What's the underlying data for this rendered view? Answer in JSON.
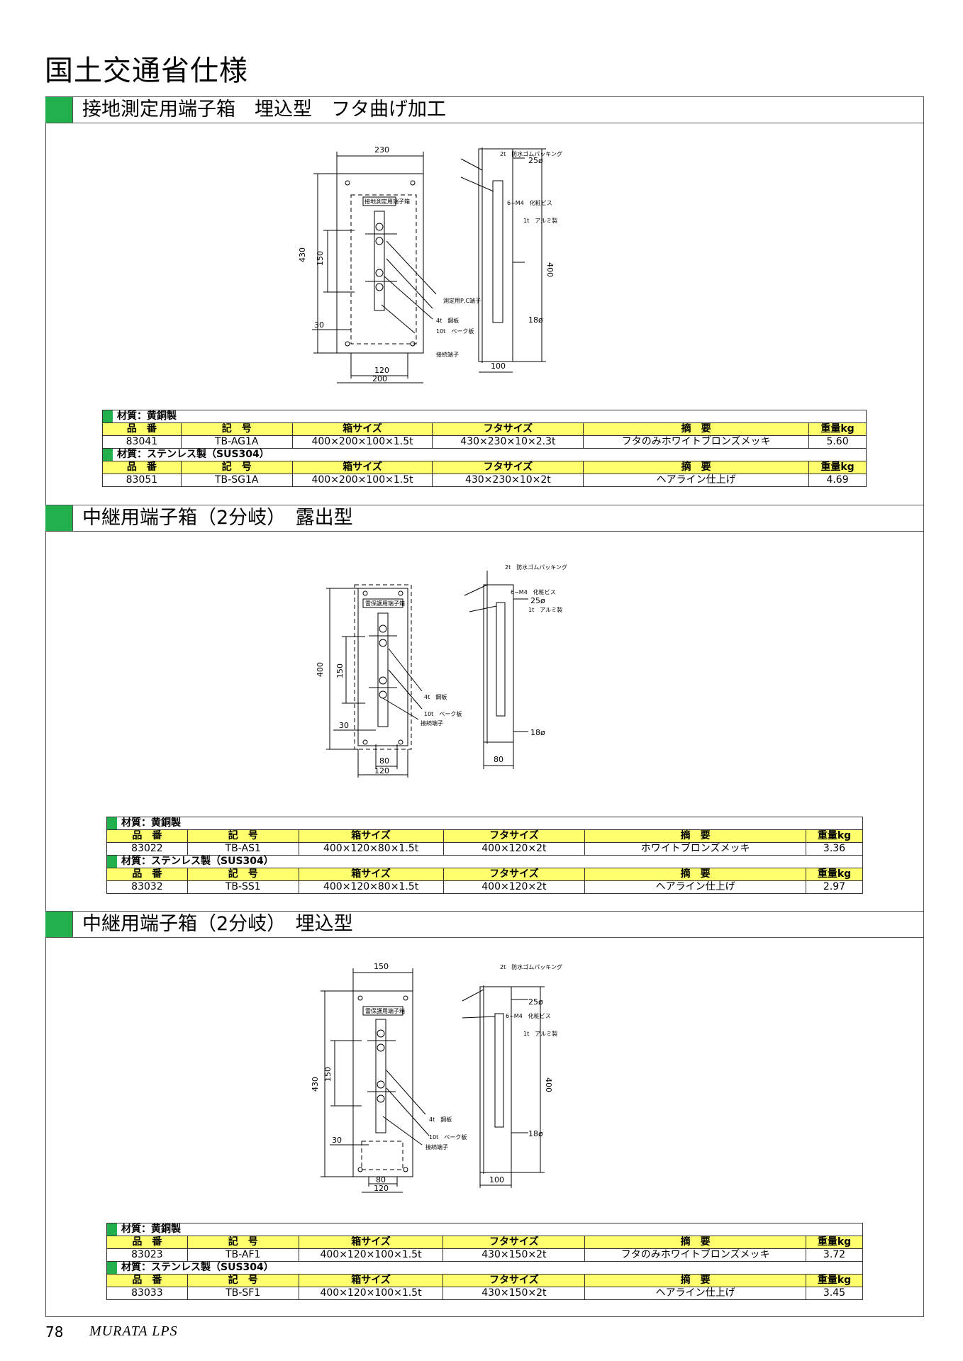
{
  "page_title": "国土交通省仕様",
  "colors": {
    "accent_green": "#21b04b",
    "header_yellow": "#ffff6e"
  },
  "sections": [
    {
      "title": "接地測定用端子箱　埋込型　フタ曲げ加工",
      "drawing": {
        "front_dims": [
          "230",
          "430",
          "150",
          "30",
          "120",
          "200"
        ],
        "front_labels": [
          "測定用P,C端子",
          "4t　鋼板",
          "10t　ベーク板",
          "接続端子"
        ],
        "plate_text": "接地測定用端子箱",
        "side_labels": [
          "2t　防水ゴムパッキング",
          "6−M4　化粧ビス",
          "1t　アルミ製"
        ],
        "side_dims": [
          "25ø",
          "400",
          "18ø",
          "100"
        ]
      },
      "tables": [
        {
          "material": "材質：黄銅製",
          "headers": [
            "品　番",
            "記　号",
            "箱サイズ",
            "フタサイズ",
            "摘　要",
            "重量kg"
          ],
          "rows": [
            [
              "83041",
              "TB-AG1A",
              "400×200×100×1.5t",
              "430×230×10×2.3t",
              "フタのみホワイトブロンズメッキ",
              "5.60"
            ]
          ]
        },
        {
          "material": "材質：ステンレス製（SUS304）",
          "headers": [
            "品　番",
            "記　号",
            "箱サイズ",
            "フタサイズ",
            "摘　要",
            "重量kg"
          ],
          "rows": [
            [
              "83051",
              "TB-SG1A",
              "400×200×100×1.5t",
              "430×230×10×2t",
              "ヘアライン仕上げ",
              "4.69"
            ]
          ]
        }
      ]
    },
    {
      "title": "中継用端子箱（2分岐）　露出型",
      "drawing": {
        "front_dims": [
          "400",
          "150",
          "30",
          "80",
          "120"
        ],
        "front_labels": [
          "4t　鋼板",
          "10t　ベーク板",
          "接続端子"
        ],
        "plate_text": "雷保護用端子箱",
        "side_labels": [
          "2t　防水ゴムパッキング",
          "6−M4　化粧ビス",
          "1t　アルミ製"
        ],
        "side_dims": [
          "25ø",
          "18ø",
          "80"
        ]
      },
      "tables": [
        {
          "material": "材質：黄銅製",
          "headers": [
            "品　番",
            "記　号",
            "箱サイズ",
            "フタサイズ",
            "摘　要",
            "重量kg"
          ],
          "rows": [
            [
              "83022",
              "TB-AS1",
              "400×120×80×1.5t",
              "400×120×2t",
              "ホワイトブロンズメッキ",
              "3.36"
            ]
          ]
        },
        {
          "material": "材質：ステンレス製（SUS304）",
          "headers": [
            "品　番",
            "記　号",
            "箱サイズ",
            "フタサイズ",
            "摘　要",
            "重量kg"
          ],
          "rows": [
            [
              "83032",
              "TB-SS1",
              "400×120×80×1.5t",
              "400×120×2t",
              "ヘアライン仕上げ",
              "2.97"
            ]
          ]
        }
      ]
    },
    {
      "title": "中継用端子箱（2分岐）　埋込型",
      "drawing": {
        "front_dims": [
          "150",
          "430",
          "150",
          "30",
          "80",
          "120"
        ],
        "front_labels": [
          "4t　鋼板",
          "10t　ベーク板",
          "接続端子"
        ],
        "plate_text": "雷保護用端子箱",
        "side_labels": [
          "2t　防水ゴムパッキング",
          "6−M4　化粧ビス",
          "1t　アルミ製"
        ],
        "side_dims": [
          "25ø",
          "400",
          "18ø",
          "100"
        ]
      },
      "tables": [
        {
          "material": "材質：黄銅製",
          "headers": [
            "品　番",
            "記　号",
            "箱サイズ",
            "フタサイズ",
            "摘　要",
            "重量kg"
          ],
          "rows": [
            [
              "83023",
              "TB-AF1",
              "400×120×100×1.5t",
              "430×150×2t",
              "フタのみホワイトブロンズメッキ",
              "3.72"
            ]
          ]
        },
        {
          "material": "材質：ステンレス製（SUS304）",
          "headers": [
            "品　番",
            "記　号",
            "箱サイズ",
            "フタサイズ",
            "摘　要",
            "重量kg"
          ],
          "rows": [
            [
              "83033",
              "TB-SF1",
              "400×120×100×1.5t",
              "430×150×2t",
              "ヘアライン仕上げ",
              "3.45"
            ]
          ]
        }
      ]
    }
  ],
  "footer": {
    "page_number": "78",
    "brand": "MURATA LPS"
  }
}
